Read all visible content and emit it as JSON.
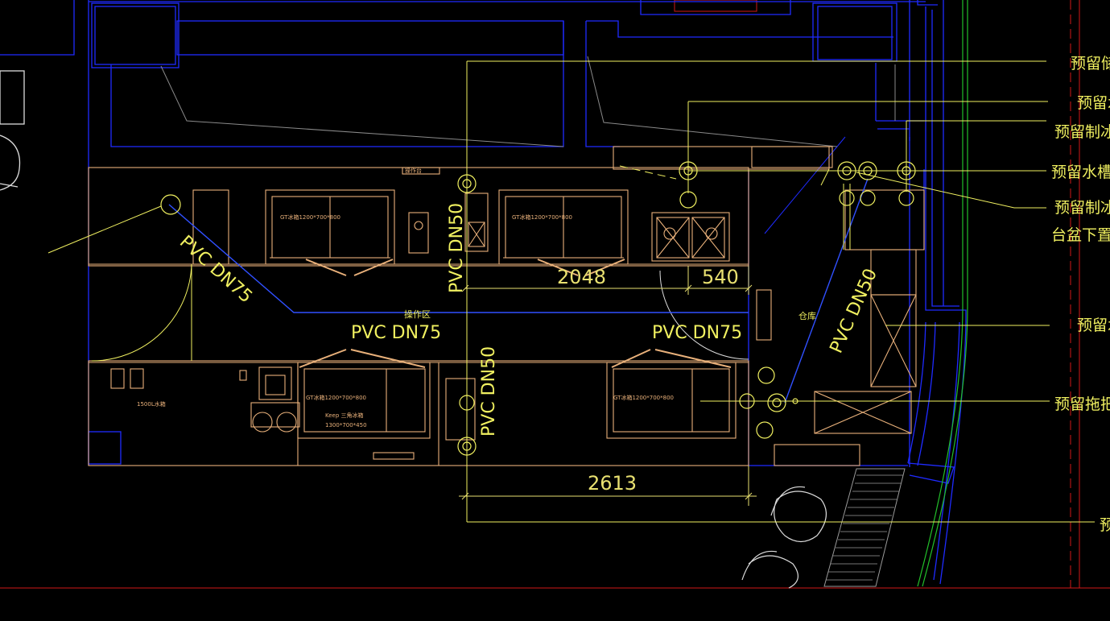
{
  "colors": {
    "background": "#000000",
    "wall": "#1f2bff",
    "equipment": "#e8b07a",
    "pipe": "#f0f060",
    "leader": "#f0f060",
    "frame": "#d01818",
    "green": "#22c02a",
    "white": "#dcdcdc",
    "gray": "#808080"
  },
  "pipe_labels": {
    "pvc_dn75_diag": "PVC DN75",
    "pvc_dn75_mid": "PVC DN75",
    "pvc_dn75_right": "PVC DN75",
    "pvc_dn50_top": "PVC DN50",
    "pvc_dn50_bottom": "PVC DN50",
    "pvc_dn50_diag": "PVC DN50"
  },
  "dimensions": {
    "d2048": "2048",
    "d540": "540",
    "d2613": "2613"
  },
  "callouts": {
    "c1": "预留储",
    "c2": "预留水",
    "c3": "预留制冰",
    "c4": "预留水槽",
    "c5a": "预留制冰",
    "c5b": "台盆下置",
    "c6": "预留水",
    "c7": "预留拖把",
    "c8": "预"
  },
  "small_text": {
    "operation_area": "操作区",
    "storage": "仓库",
    "fridge1": "GT冰箱1200*700*800",
    "fridge2": "GT冰箱1200*700*800",
    "fridge3": "GT冰箱1200*700*800",
    "fridge4": "GT冰箱1200*700*800",
    "keep_model": "Keep 三角冰箱",
    "keep_size": "1300*700*450",
    "tank": "1500L水箱",
    "label_top": "操作台"
  }
}
